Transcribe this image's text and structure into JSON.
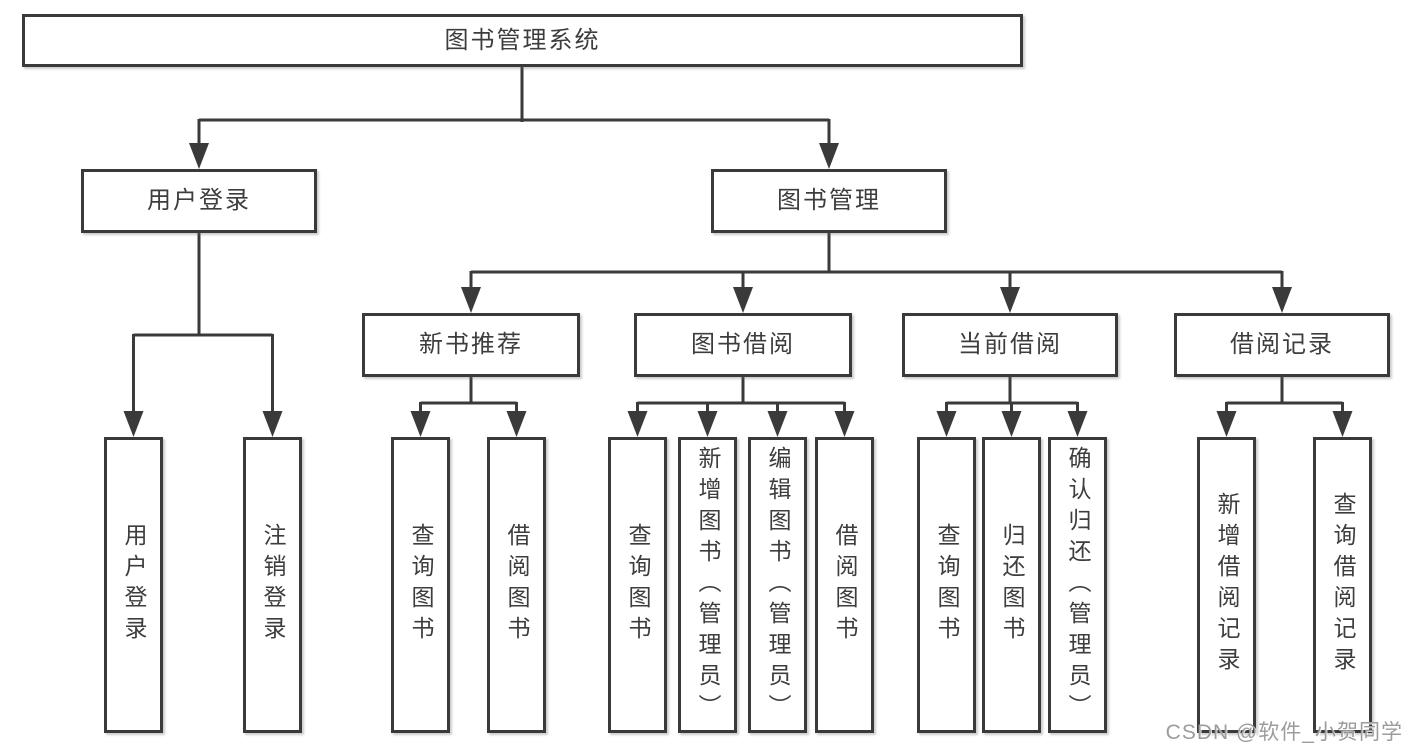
{
  "diagram": {
    "root": {
      "label": "图书管理系统"
    },
    "children": [
      {
        "label": "用户登录",
        "children": [
          {
            "label": "用户登录"
          },
          {
            "label": "注销登录"
          }
        ]
      },
      {
        "label": "图书管理",
        "children": [
          {
            "label": "新书推荐",
            "children": [
              {
                "label": "查询图书"
              },
              {
                "label": "借阅图书"
              }
            ]
          },
          {
            "label": "图书借阅",
            "children": [
              {
                "label": "查询图书"
              },
              {
                "label": "新增图书（管理员）"
              },
              {
                "label": "编辑图书（管理员）"
              },
              {
                "label": "借阅图书"
              }
            ]
          },
          {
            "label": "当前借阅",
            "children": [
              {
                "label": "查询图书"
              },
              {
                "label": "归还图书"
              },
              {
                "label": "确认归还（管理员）"
              }
            ]
          },
          {
            "label": "借阅记录",
            "children": [
              {
                "label": "新增借阅记录"
              },
              {
                "label": "查询借阅记录"
              }
            ]
          }
        ]
      }
    ]
  },
  "watermark": {
    "text": "CSDN @软件_小贺同学"
  },
  "colors": {
    "line": "#3a3a3a",
    "box_border": "#3a3a3a",
    "box_fill": "#ffffff",
    "text": "#3d3d3d",
    "watermark": "#9c9c9c"
  }
}
